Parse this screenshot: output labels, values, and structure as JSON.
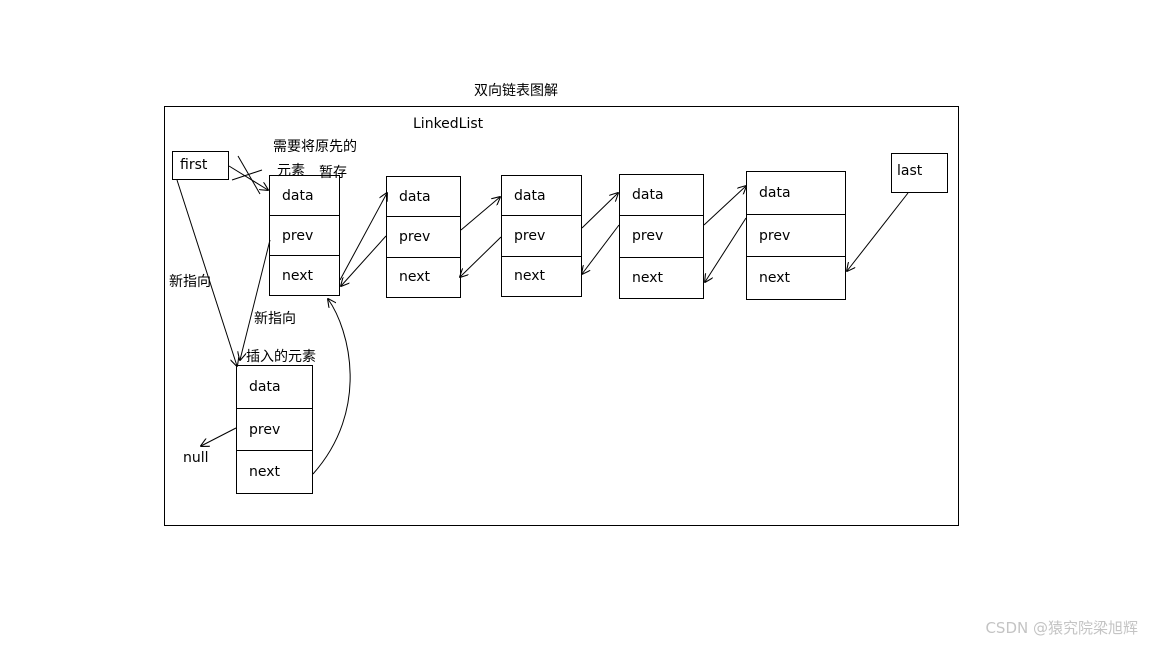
{
  "title": "双向链表图解",
  "frame_label": "LinkedList",
  "first_label": "first",
  "last_label": "last",
  "note_line1": "需要将原先的",
  "note_line2": "元素",
  "note_temp": "暂存",
  "new_pointer": "新指向",
  "inserted_element": "插入的元素",
  "null_label": "null",
  "node_fields": {
    "data": "data",
    "prev": "prev",
    "next": "next"
  },
  "watermark": "CSDN @猿究院梁旭辉"
}
